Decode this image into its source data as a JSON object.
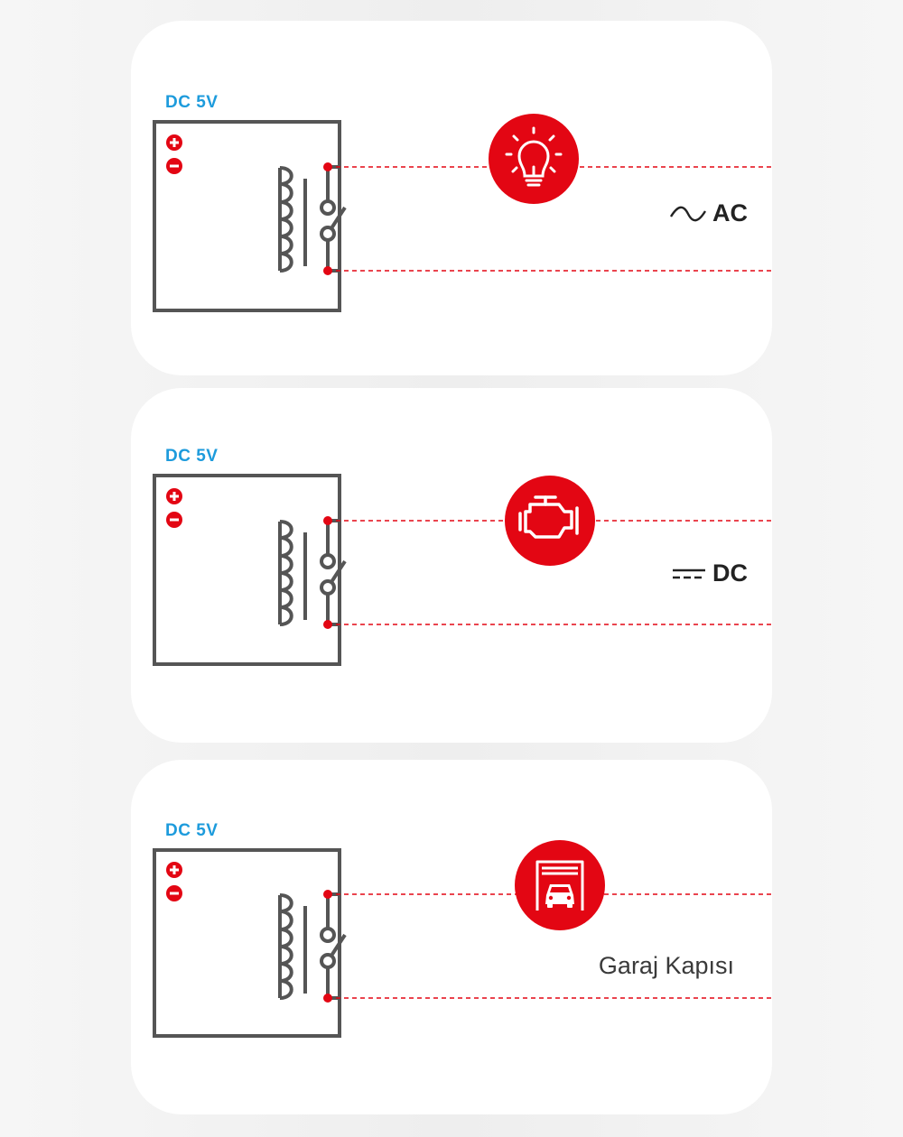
{
  "panels": [
    {
      "input_label": "DC 5V",
      "load": "lightbulb-icon",
      "supply_label": "AC",
      "supply_symbol": "ac-wave"
    },
    {
      "input_label": "DC 5V",
      "load": "engine-icon",
      "supply_label": "DC",
      "supply_symbol": "dc-lines"
    },
    {
      "input_label": "DC 5V",
      "load": "garage-door-icon",
      "supply_label": "Garaj Kapısı",
      "supply_symbol": ""
    }
  ],
  "colors": {
    "accent": "#e30613",
    "input_label": "#1d9bdc",
    "relay": "#555555",
    "text": "#222222"
  }
}
